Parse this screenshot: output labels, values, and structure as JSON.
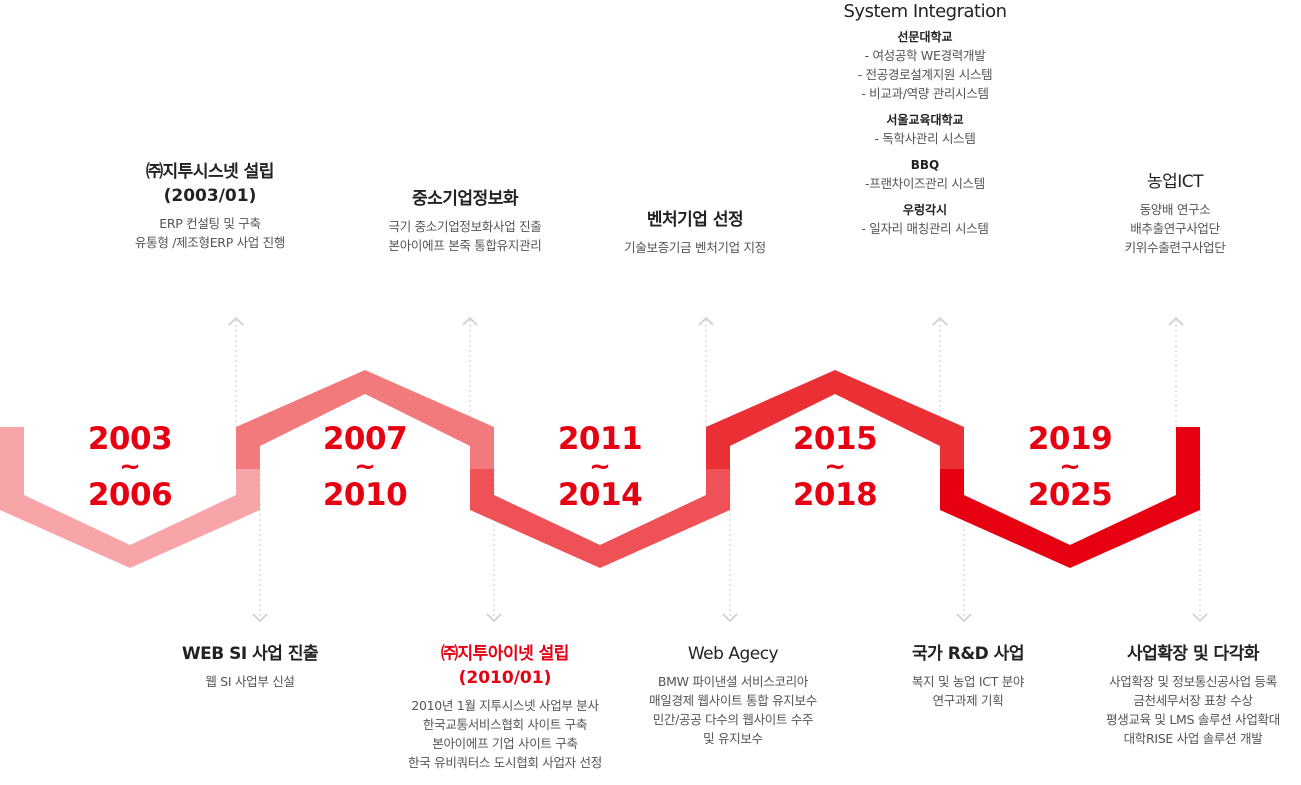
{
  "periods": [
    {
      "start": "2003",
      "tilde": "~",
      "end": "2006"
    },
    {
      "start": "2007",
      "tilde": "~",
      "end": "2010"
    },
    {
      "start": "2011",
      "tilde": "~",
      "end": "2014"
    },
    {
      "start": "2015",
      "tilde": "~",
      "end": "2018"
    },
    {
      "start": "2019",
      "tilde": "~",
      "end": "2025"
    }
  ],
  "colors": {
    "segment_1": "#f7a5a8",
    "segment_2": "#f27a7d",
    "segment_3": "#ee5257",
    "segment_4": "#ea2f35",
    "segment_5": "#e60012",
    "year_text": "#e60012",
    "connector": "#c9c9c9"
  },
  "top_events": [
    {
      "title": "㈜지투시스넷 설립",
      "subtitle": "(2003/01)",
      "lines": [
        "ERP 컨설팅 및 구축",
        "유통형 /제조형ERP 사업 진행"
      ]
    },
    {
      "title": "중소기업정보화",
      "lines": [
        "극기 중소기업정보화사업 진출",
        "본아이에프 본죽 통합유지관리"
      ]
    },
    {
      "title": "벤처기업 선정",
      "lines": [
        "기술보증기금 벤처기업 지정"
      ]
    },
    {
      "title": "System Integration",
      "groups": [
        {
          "heading": "선문대학교",
          "items": [
            "- 여성공학 WE경력개발",
            "- 전공경로설계지원 시스템",
            "- 비교과/역량 관리시스템"
          ]
        },
        {
          "heading": "서울교육대학교",
          "items": [
            "- 독학사관리 시스템"
          ]
        },
        {
          "heading": "BBQ",
          "items": [
            "-프랜차이즈관리 시스템"
          ]
        },
        {
          "heading": "우렁각시",
          "items": [
            "- 일자리 매칭관리 시스템"
          ]
        }
      ]
    },
    {
      "title": "농업ICT",
      "lines": [
        "동양배 연구소",
        "배추출연구사업단",
        "키위수출련구사업단"
      ]
    }
  ],
  "bottom_events": [
    {
      "title": "WEB SI 사업 진출",
      "lines": [
        "웹 SI 사업부 신설"
      ]
    },
    {
      "title": "㈜지투아이넷 설립",
      "subtitle": "(2010/01)",
      "lines": [
        "2010년 1월 지투시스넷 사업부 분사",
        "한국교통서비스협회 사이트 구축",
        "본아이에프 기업 사이트 구축",
        "한국 유비쿼터스 도시협회 사업자 선정"
      ]
    },
    {
      "title": "Web Agecy",
      "lines": [
        "BMW 파이낸셜 서비스코리아",
        "매일경제 웹사이트 통합 유지보수",
        "민간/공공 다수의 웹사이트 수주",
        "및 유지보수"
      ]
    },
    {
      "title": "국가 R&D 사업",
      "lines": [
        "복지 및 농업 ICT 분야",
        "연구과제 기획"
      ]
    },
    {
      "title": "사업확장 및 다각화",
      "lines": [
        "사업확장 및 정보통신공사업 등록",
        "금천세무서장 표창 수상",
        "평생교육 및 LMS 솔루션 사업확대",
        "대학RISE 사업 솔루션 개발"
      ]
    }
  ]
}
